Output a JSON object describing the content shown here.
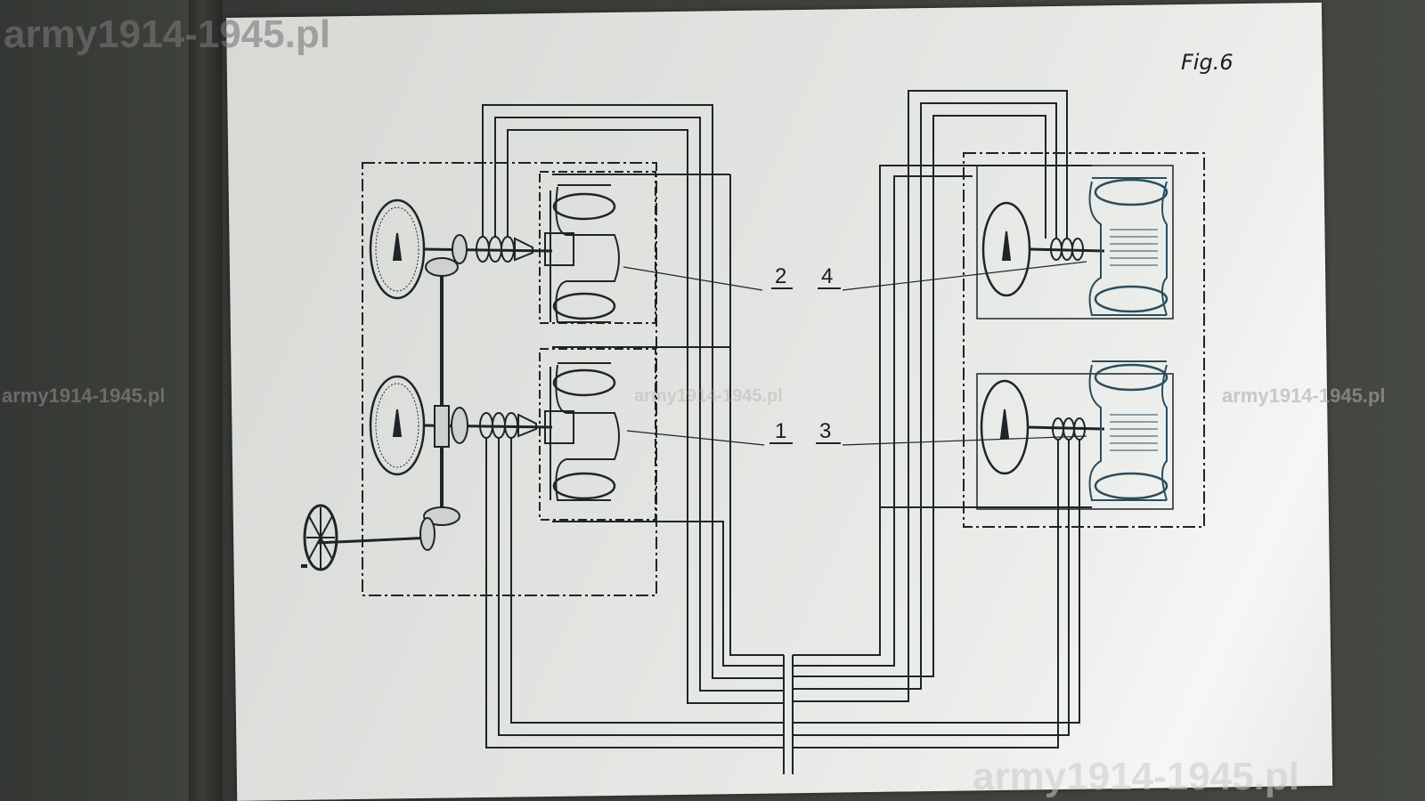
{
  "figure": {
    "label": "Fig.6"
  },
  "callouts": {
    "upper_left": "2",
    "upper_right": "4",
    "lower_left": "1",
    "lower_right": "3"
  },
  "watermarks": {
    "top_left": "army1914-1945.pl",
    "mid_left": "army1914-1945.pl",
    "mid_right": "army1914-1945.pl",
    "center": "army1914-1945.pl",
    "bottom_right": "army1914-1945.pl"
  },
  "colors": {
    "ink": "#1f2428",
    "paper": "#e3e5e2",
    "background": "#3b3e3a"
  }
}
